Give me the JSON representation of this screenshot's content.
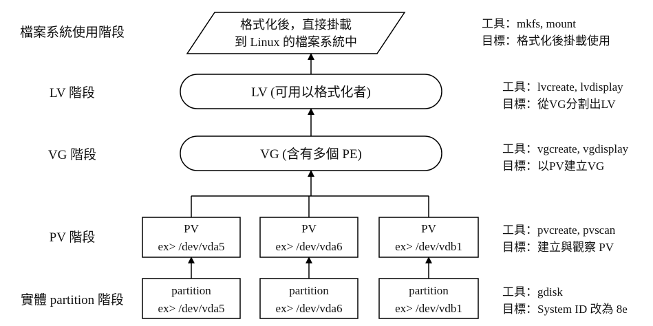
{
  "stages": {
    "fs": "檔案系統使用階段",
    "lv": "LV 階段",
    "vg": "VG 階段",
    "pv": "PV 階段",
    "partition": "實體 partition 階段"
  },
  "nodes": {
    "fs_line1": "格式化後，直接掛載",
    "fs_line2": "到 Linux 的檔案系統中",
    "lv": "LV (可用以格式化者)",
    "vg": "VG (含有多個 PE)",
    "pv": [
      {
        "title": "PV",
        "dev": "ex> /dev/vda5"
      },
      {
        "title": "PV",
        "dev": "ex> /dev/vda6"
      },
      {
        "title": "PV",
        "dev": "ex> /dev/vdb1"
      }
    ],
    "partition": [
      {
        "title": "partition",
        "dev": "ex> /dev/vda5"
      },
      {
        "title": "partition",
        "dev": "ex> /dev/vda6"
      },
      {
        "title": "partition",
        "dev": "ex> /dev/vdb1"
      }
    ]
  },
  "notes": {
    "fs": {
      "tool": "工具：mkfs, mount",
      "goal": "目標：格式化後掛載使用"
    },
    "lv": {
      "tool": "工具：lvcreate, lvdisplay",
      "goal": "目標：從VG分割出LV"
    },
    "vg": {
      "tool": "工具：vgcreate, vgdisplay",
      "goal": "目標：以PV建立VG"
    },
    "pv": {
      "tool": "工具：pvcreate, pvscan",
      "goal": "目標：建立與觀察 PV"
    },
    "partition": {
      "tool": "工具：gdisk",
      "goal": "目標：System ID 改為 8e"
    }
  }
}
